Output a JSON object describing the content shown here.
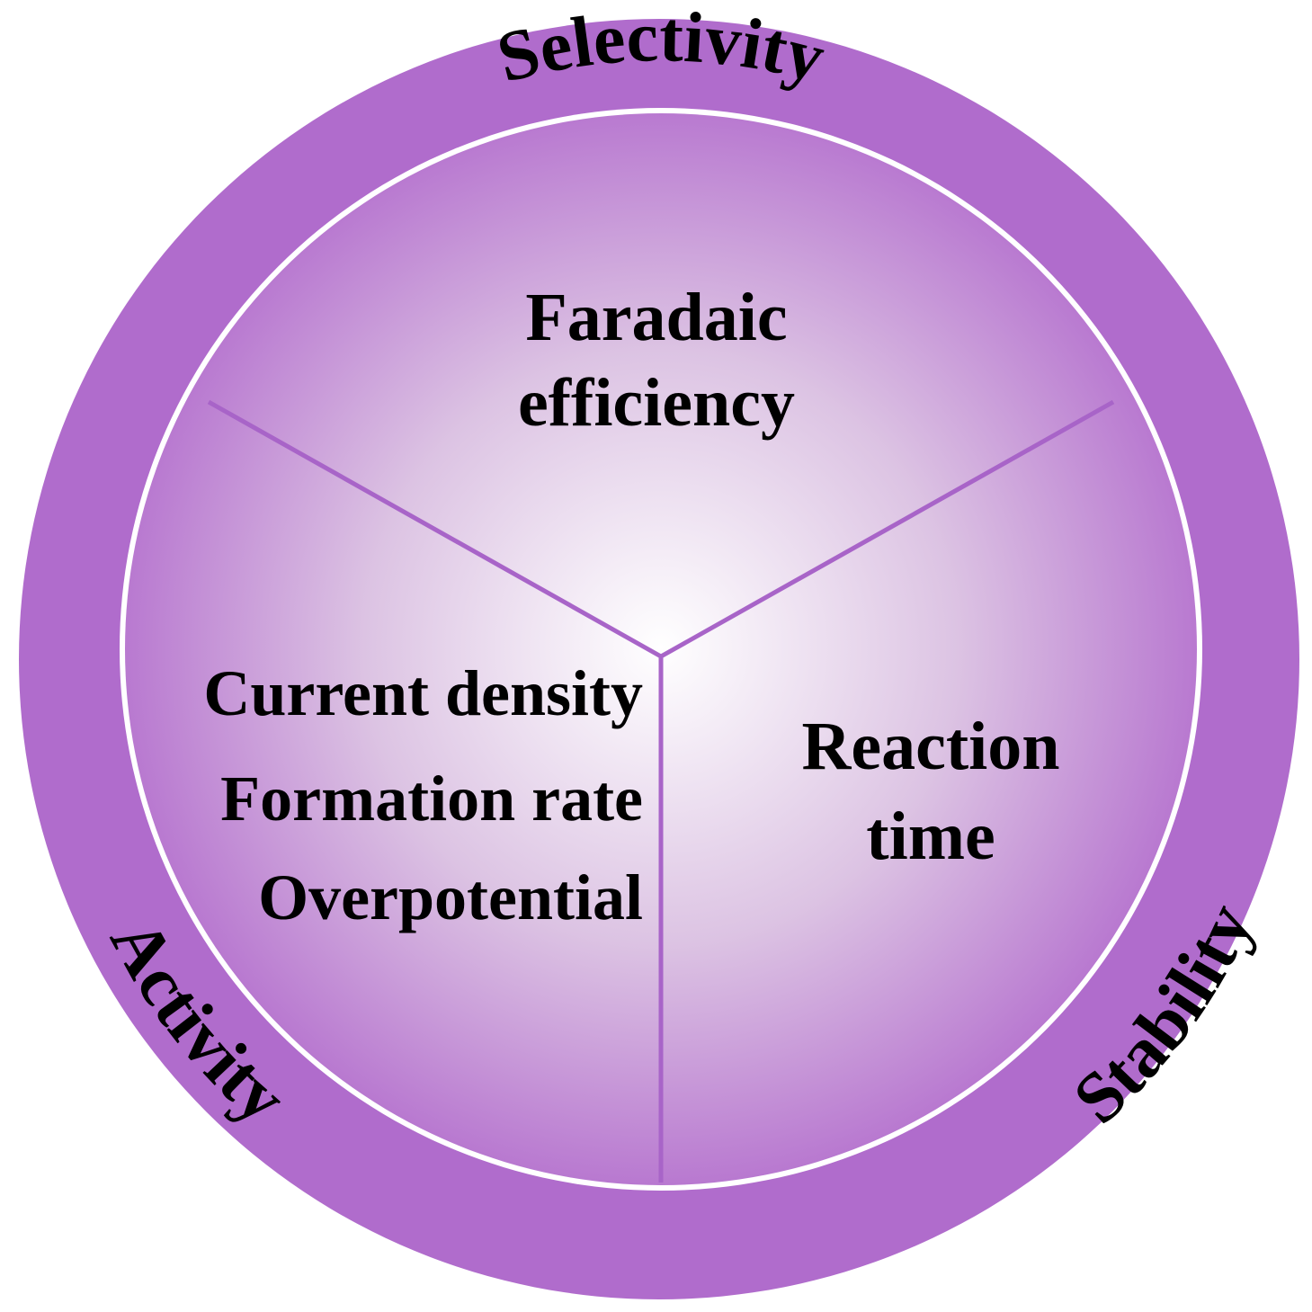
{
  "colors": {
    "ring": "#b06ccc",
    "divider": "#a864c8",
    "separator": "#ffffff",
    "gradient_center": "#ffffff",
    "gradient_mid": "#dcc3e3",
    "gradient_edge": "#b878d0",
    "text": "#000000"
  },
  "ring_labels": {
    "top": "Selectivity",
    "left": "Activity",
    "right": "Stability"
  },
  "sectors": {
    "top": {
      "line1": "Faradaic",
      "line2": "efficiency"
    },
    "left": {
      "items": [
        "Current density",
        "Formation rate",
        "Overpotential"
      ]
    },
    "right": {
      "line1": "Reaction",
      "line2": "time"
    }
  }
}
